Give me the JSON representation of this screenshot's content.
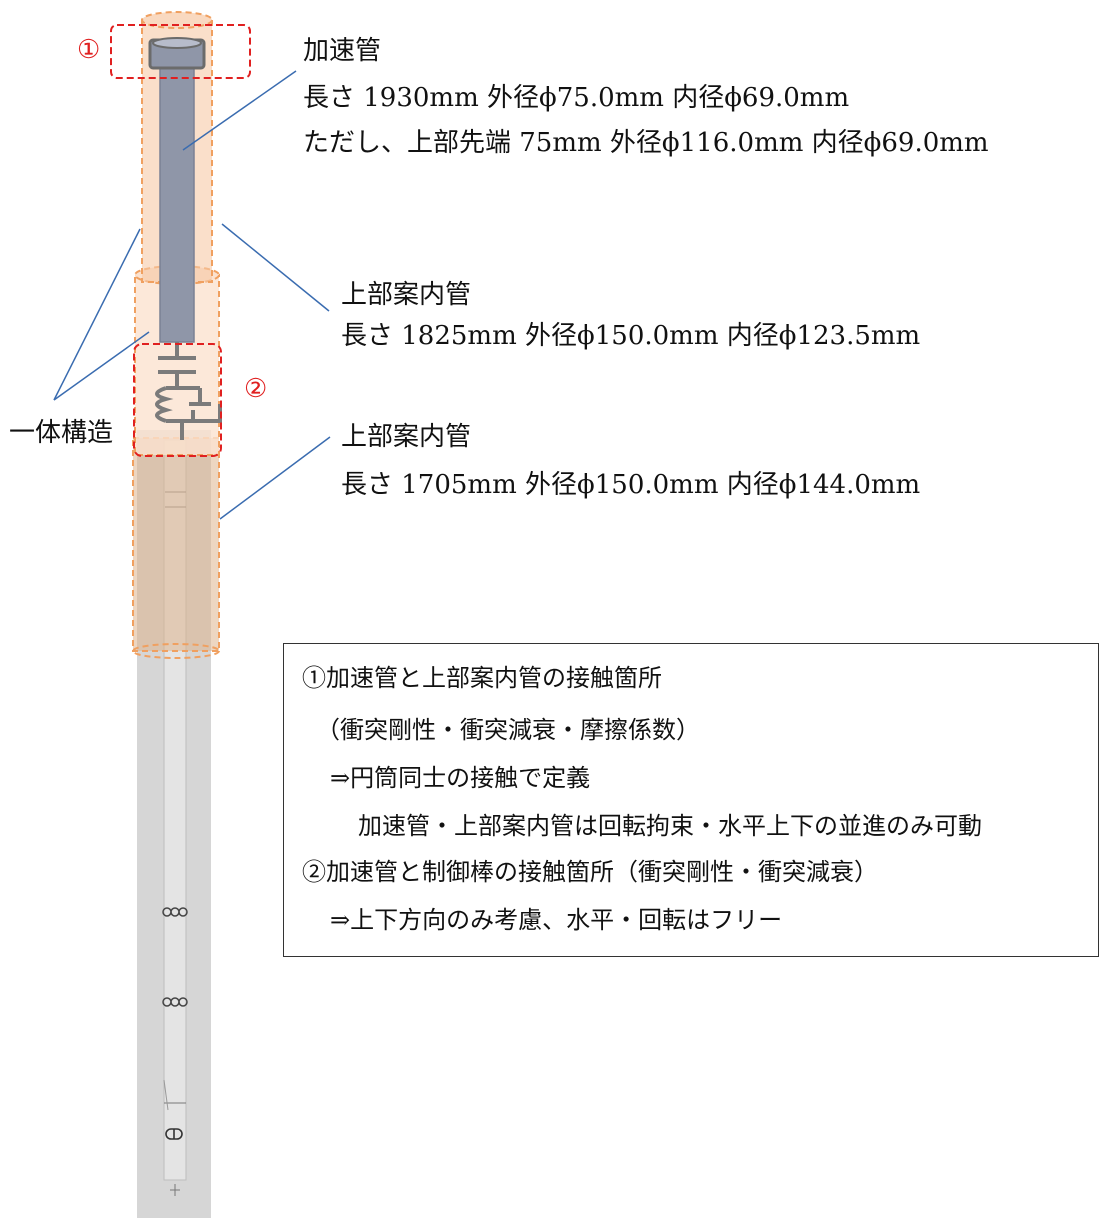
{
  "markers": {
    "m1": "①",
    "m2": "②"
  },
  "accel_tube": {
    "title": "加速管",
    "line1": "長さ 1930mm  外径ϕ75.0mm  内径ϕ69.0mm",
    "line2": "ただし、上部先端 75mm  外径ϕ116.0mm 内径ϕ69.0mm"
  },
  "upper_guide_1": {
    "title": "上部案内管",
    "line1": "長さ 1825mm  外径ϕ150.0mm  内径ϕ123.5mm"
  },
  "upper_guide_2": {
    "title": "上部案内管",
    "line1": "長さ 1705mm 外径ϕ150.0mm  内径ϕ144.0mm"
  },
  "integrated_label": "一体構造",
  "notes": [
    "①加速管と上部案内管の接触箇所",
    "（衝突剛性・衝突減衰・摩擦係数）",
    "⇒円筒同士の接触で定義",
    "加速管・上部案内管は回転拘束・水平上下の並進のみ可動",
    "②加速管と制御棒の接触箇所（衝突剛性・衝突減衰）",
    "⇒上下方向のみ考慮、水平・回転はフリー"
  ],
  "colors": {
    "rod": "#d4d4d4",
    "tube": "#8f96a8",
    "sleeve_fill": "#f6c9a6",
    "sleeve_border": "#f0a060",
    "marker": "#e02020",
    "leader": "#3a6cb0"
  }
}
